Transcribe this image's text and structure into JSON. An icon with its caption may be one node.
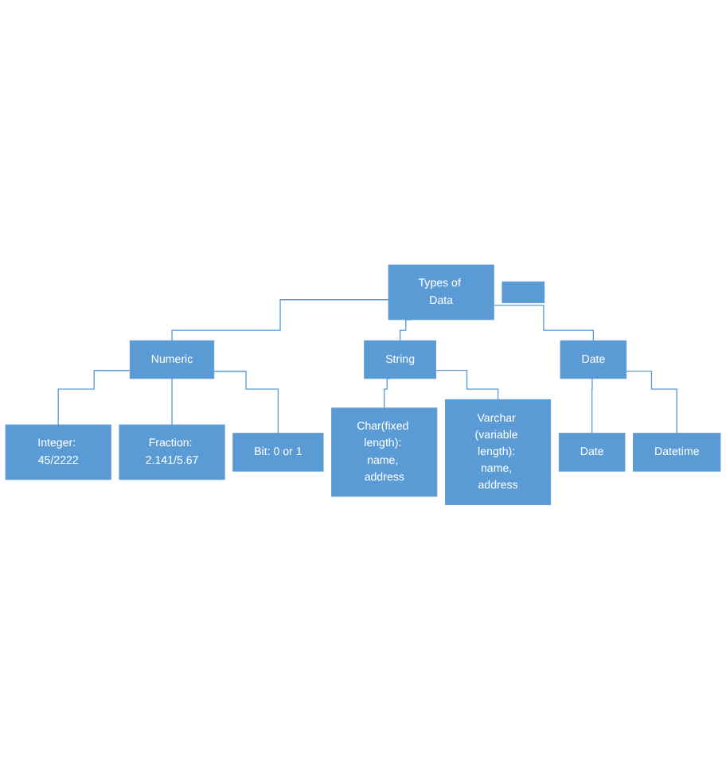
{
  "diagram": {
    "nodes": [
      {
        "text": [
          "Types of Data"
        ]
      },
      {
        "text": [],
        "shape": "box"
      },
      {
        "text": [
          "Numeric"
        ]
      },
      {
        "text": [
          "String"
        ]
      },
      {
        "text": [
          "Date"
        ]
      },
      {
        "text": [
          "Integer: 45/2222"
        ]
      },
      {
        "text": [
          "Fraction: 2.141/5.67"
        ]
      },
      {
        "text": [
          "Bit: 0 or 1"
        ]
      },
      {
        "text": [
          "Char(fixed length): name, address"
        ]
      },
      {
        "text": [
          "Varchar (variable length): name, address"
        ]
      },
      {
        "text": [
          "Date"
        ]
      },
      {
        "text": [
          "Datetime"
        ]
      }
    ],
    "edges": [
      {
        "from": 0,
        "to": 2,
        "arrow": "none"
      },
      {
        "from": 0,
        "to": 3,
        "arrow": "none"
      },
      {
        "from": 0,
        "to": 4,
        "arrow": "none"
      },
      {
        "from": 2,
        "to": 5,
        "arrow": "none"
      },
      {
        "from": 2,
        "to": 6,
        "arrow": "none"
      },
      {
        "from": 2,
        "to": 7,
        "arrow": "none"
      },
      {
        "from": 3,
        "to": 8,
        "arrow": "none"
      },
      {
        "from": 3,
        "to": 9,
        "arrow": "none"
      },
      {
        "from": 4,
        "to": 10,
        "arrow": "none"
      },
      {
        "from": 4,
        "to": 11,
        "arrow": "none"
      }
    ]
  }
}
